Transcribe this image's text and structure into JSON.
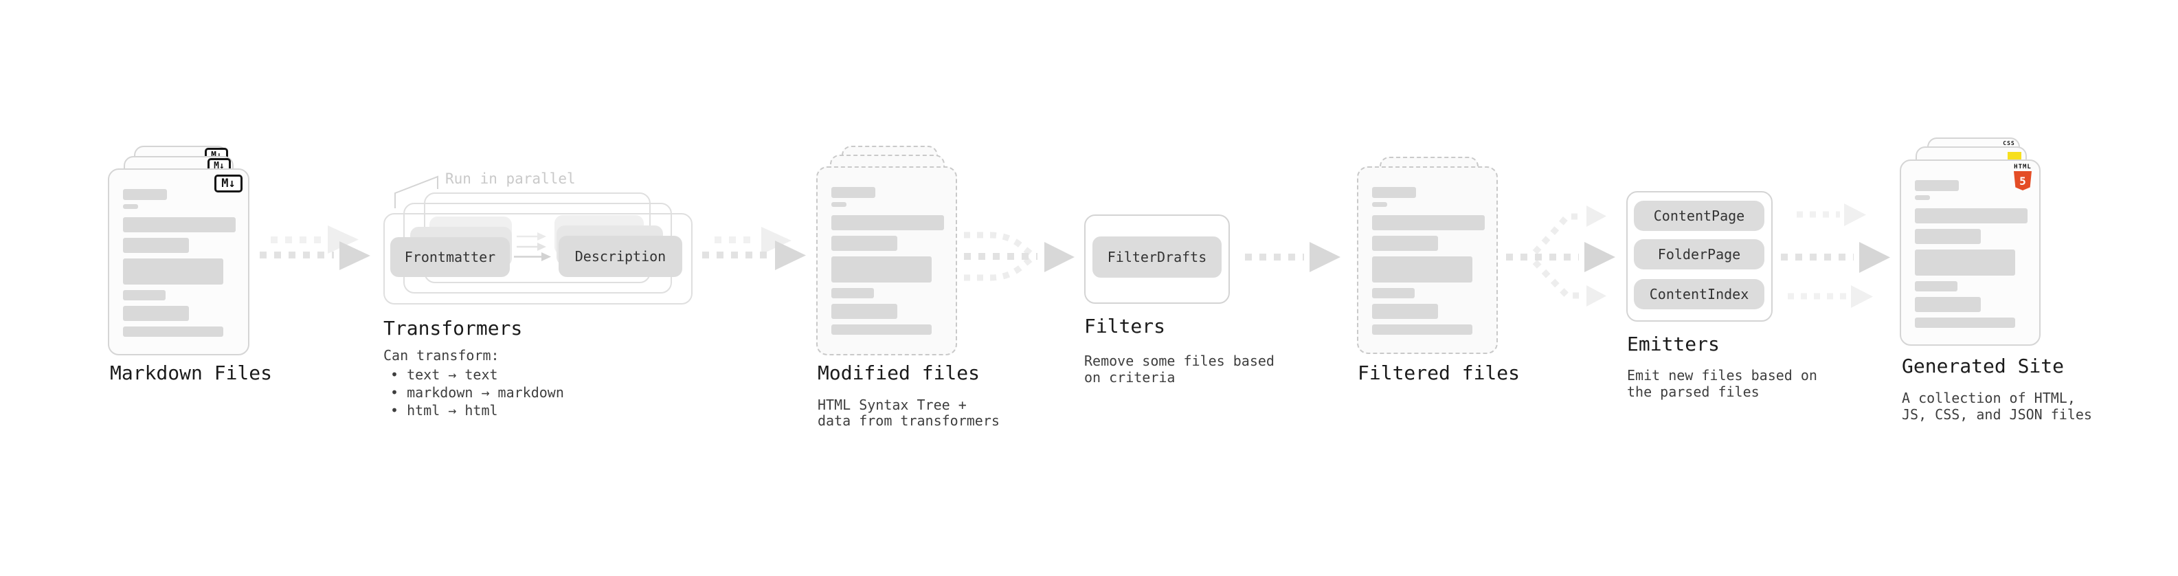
{
  "stages": {
    "markdown_files": {
      "title": "Markdown Files",
      "badge": "M↓"
    },
    "transformers": {
      "annotation": "Run in parallel",
      "chip_left": "Frontmatter",
      "chip_right": "Description",
      "title": "Transformers",
      "subtitle": "Can transform:",
      "bullets": [
        "• text → text",
        "• markdown → markdown",
        "• html → html"
      ]
    },
    "modified_files": {
      "title": "Modified files",
      "description_lines": [
        "HTML Syntax Tree +",
        "data from transformers"
      ]
    },
    "filters": {
      "chip": "FilterDrafts",
      "title": "Filters",
      "description_lines": [
        "Remove some files based",
        "on criteria"
      ]
    },
    "filtered_files": {
      "title": "Filtered files"
    },
    "emitters": {
      "chips": [
        "ContentPage",
        "FolderPage",
        "ContentIndex"
      ],
      "title": "Emitters",
      "description_lines": [
        "Emit new files based on",
        "the parsed files"
      ]
    },
    "generated_site": {
      "title": "Generated Site",
      "description_lines": [
        "A collection of HTML,",
        "JS, CSS, and JSON files"
      ],
      "css_badge": "CSS",
      "html5_badge_top": "HTML",
      "html5_badge_number": "5"
    }
  },
  "colors": {
    "html5_orange": "#e44d26",
    "js_yellow": "#f7df1e",
    "css_blue": "#2f6bf0",
    "skeleton_gray": "#d9d9d9",
    "arrow_dark": "#e2e2e2",
    "arrow_light": "#f1f1f1",
    "arrowhead_dark": "#d8d8d8",
    "arrowhead_light": "#efefef"
  }
}
